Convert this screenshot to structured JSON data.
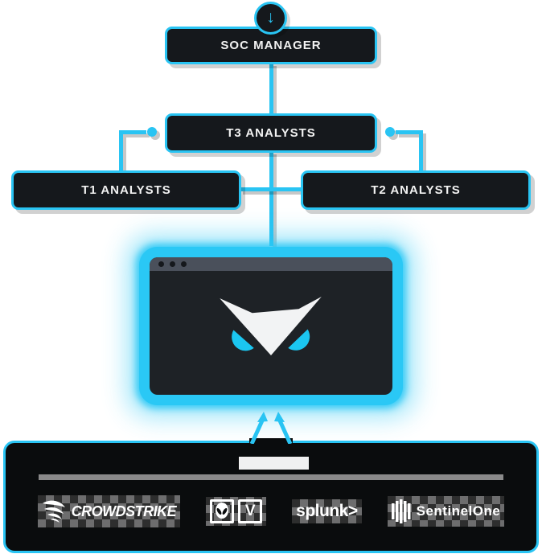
{
  "colors": {
    "accent_cyan": "#29C4F3",
    "node_fill": "#15181C",
    "node_text": "#F2F2F2",
    "browser_titlebar": "#4A505B",
    "browser_body": "#1E2226",
    "panel_fill": "#0A0C0D",
    "divider_gray": "#8A8A8A",
    "redacted_block": "#F0F0F0",
    "mascot_face": "#F2F3F4",
    "mascot_eyes": "#1BC6F0"
  },
  "hierarchy": {
    "top_icon": "arrow-down-circle",
    "arrow_glyph": "↓",
    "nodes": {
      "soc_manager": "SOC MANAGER",
      "t3": "T3 ANALYSTS",
      "t1": "T1 ANALYSTS",
      "t2": "T2 ANALYSTS"
    }
  },
  "console": {
    "window_controls": 3,
    "mascot": "owl-face-logo"
  },
  "integrations": {
    "redacted_label": "",
    "logos": [
      {
        "name": "CrowdStrike",
        "wordmark": "CROWDSTRIKE",
        "icon": "falcon-icon"
      },
      {
        "name": "AlienVault",
        "icon": "alien-icon",
        "letter": "V"
      },
      {
        "name": "Splunk",
        "wordmark": "splunk>"
      },
      {
        "name": "SentinelOne",
        "wordmark": "SentinelOne",
        "icon": "bars-icon"
      }
    ]
  }
}
